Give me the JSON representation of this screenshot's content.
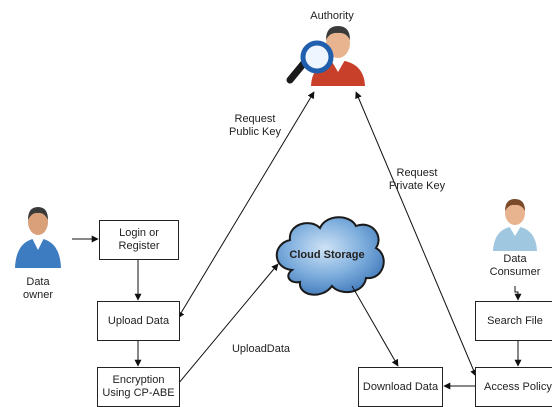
{
  "actors": {
    "authority": "Authority",
    "data_owner": "Data\nowner",
    "data_consumer": "Data\nConsumer"
  },
  "boxes": {
    "login": "Login or\nRegister",
    "upload": "Upload Data",
    "encryption": "Encryption\nUsing CP-ABE",
    "download": "Download Data",
    "search": "Search File",
    "access_policy": "Access Policy"
  },
  "cloud": {
    "label": "Cloud Storage"
  },
  "edge_labels": {
    "request_public": "Request\nPublic Key",
    "request_private": "Request\nPrivate Key",
    "upload_data": "UploadData"
  },
  "colors": {
    "cloud_fill": "#6b9fd6",
    "cloud_edge": "#1a1a1a",
    "skin": "#e8b48f",
    "hair": "#3a3a3a",
    "owner_shirt": "#3e7cc2",
    "authority_shirt": "#c8402a",
    "magnifier_ring": "#1f5fae",
    "consumer_shirt": "#9fc7df"
  }
}
